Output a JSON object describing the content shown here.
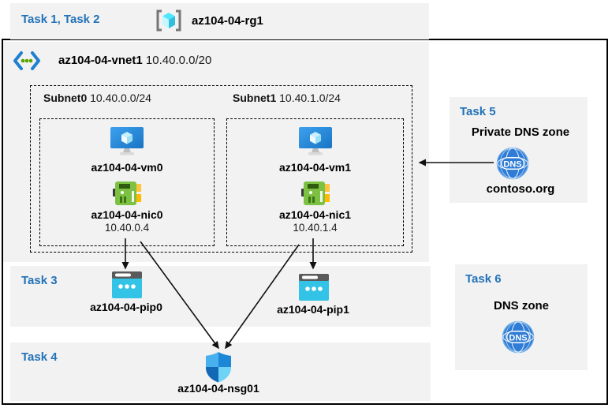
{
  "header": {
    "tasks_heading": "Task 1, Task 2",
    "resource_group": "az104-04-rg1"
  },
  "vnet": {
    "name": "az104-04-vnet1",
    "cidr": "10.40.0.0/20",
    "subnets": [
      {
        "name": "Subnet0",
        "cidr": "10.40.0.0/24",
        "vm_label": "az104-04-vm0",
        "nic_label": "az104-04-nic0",
        "nic_ip": "10.40.0.4"
      },
      {
        "name": "Subnet1",
        "cidr": "10.40.1.0/24",
        "vm_label": "az104-04-vm1",
        "nic_label": "az104-04-nic1",
        "nic_ip": "10.40.1.4"
      }
    ]
  },
  "task3": {
    "heading": "Task 3",
    "pip0_label": "az104-04-pip0",
    "pip1_label": "az104-04-pip1"
  },
  "task4": {
    "heading": "Task 4",
    "nsg_label": "az104-04-nsg01"
  },
  "task5": {
    "heading": "Task 5",
    "title": "Private DNS zone",
    "zone_name": "contoso.org",
    "dns_icon_text": "DNS"
  },
  "task6": {
    "heading": "Task 6",
    "title": "DNS zone",
    "dns_icon_text": "DNS"
  },
  "colors": {
    "accent_blue": "#2272B8",
    "panel_gray": "#F2F2F2",
    "vm_blue": "#1B7FD4",
    "nic_green": "#7CC142",
    "pip_cyan": "#32C3E6",
    "dns_blue": "#2E7CD6",
    "nsg_blue": "#3FA3EE"
  }
}
